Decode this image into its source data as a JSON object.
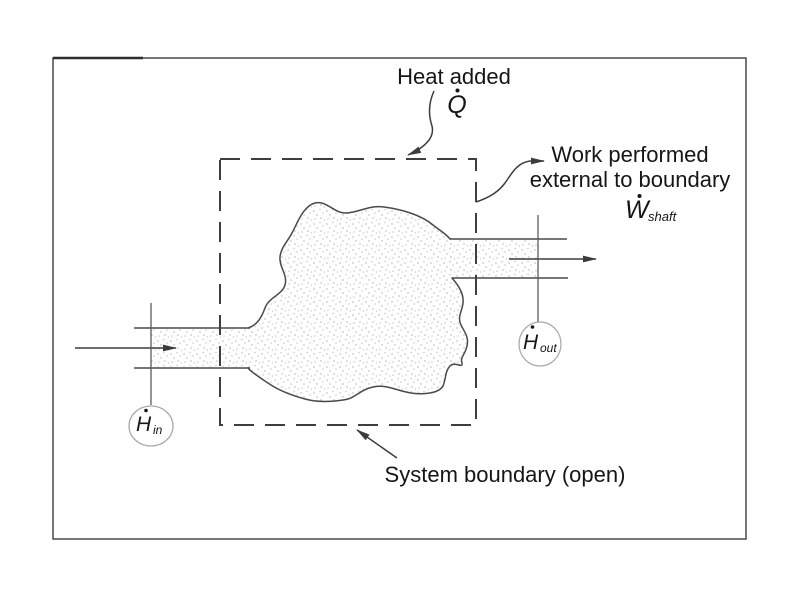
{
  "figure": {
    "labels": {
      "heat": "Heat added",
      "heat_symbol": "Q",
      "work_line1": "Work performed",
      "work_line2": "external to boundary",
      "work_symbol": "W",
      "work_subscript": "shaft",
      "enthalpy_in_symbol": "H",
      "enthalpy_in_subscript": "in",
      "enthalpy_out_symbol": "H",
      "enthalpy_out_subscript": "out",
      "system_boundary": "System boundary (open)"
    },
    "colors": {
      "background": "#ffffff",
      "line": "#4a4a4a",
      "dashed_boundary": "#3f3f3f",
      "text": "#161616",
      "stipple": "#c8c8c8",
      "station_circle": "#ababab"
    }
  }
}
